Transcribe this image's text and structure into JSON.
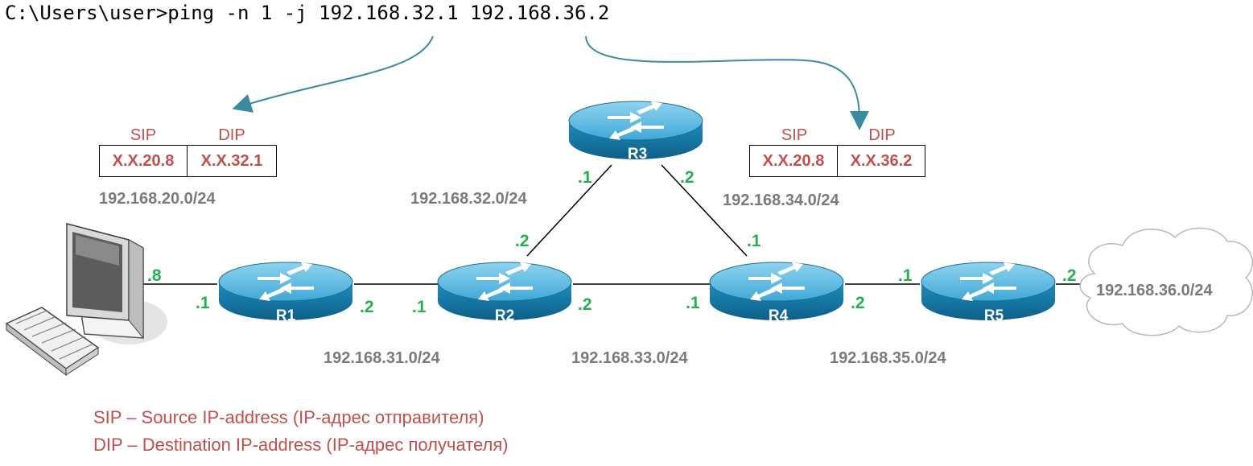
{
  "command": "C:\\Users\\user>ping -n 1 -j 192.168.32.1 192.168.36.2",
  "colors": {
    "router_blue": "#1f8fc2",
    "arrow": "#3a8ba0",
    "interface_label": "#22b14c",
    "network_label": "#7a7a7a",
    "header_label": "#c0504d"
  },
  "routers": [
    {
      "name": "R1"
    },
    {
      "name": "R2"
    },
    {
      "name": "R3"
    },
    {
      "name": "R4"
    },
    {
      "name": "R5"
    }
  ],
  "packet_left": {
    "sip_header": "SIP",
    "dip_header": "DIP",
    "sip": "X.X.20.8",
    "dip": "X.X.32.1"
  },
  "packet_right": {
    "sip_header": "SIP",
    "dip_header": "DIP",
    "sip": "X.X.20.8",
    "dip": "X.X.36.2"
  },
  "networks": {
    "n20": "192.168.20.0/24",
    "n31": "192.168.31.0/24",
    "n32": "192.168.32.0/24",
    "n33": "192.168.33.0/24",
    "n34": "192.168.34.0/24",
    "n35": "192.168.35.0/24",
    "n36": "192.168.36.0/24"
  },
  "interfaces": {
    "pc": ".8",
    "r1_left": ".1",
    "r1_right": ".2",
    "r2_left": ".1",
    "r2_right": ".2",
    "r2_top": ".2",
    "r3_left": ".1",
    "r3_right": ".2",
    "r4_top": ".1",
    "r4_left": ".1",
    "r4_right": ".2",
    "r5_left": ".1",
    "r5_right": ".2"
  },
  "legend": {
    "sip": "SIP – Source IP-address (IP-адрес отправителя)",
    "dip": "DIP – Destination IP-address (IP-адрес получателя)"
  }
}
